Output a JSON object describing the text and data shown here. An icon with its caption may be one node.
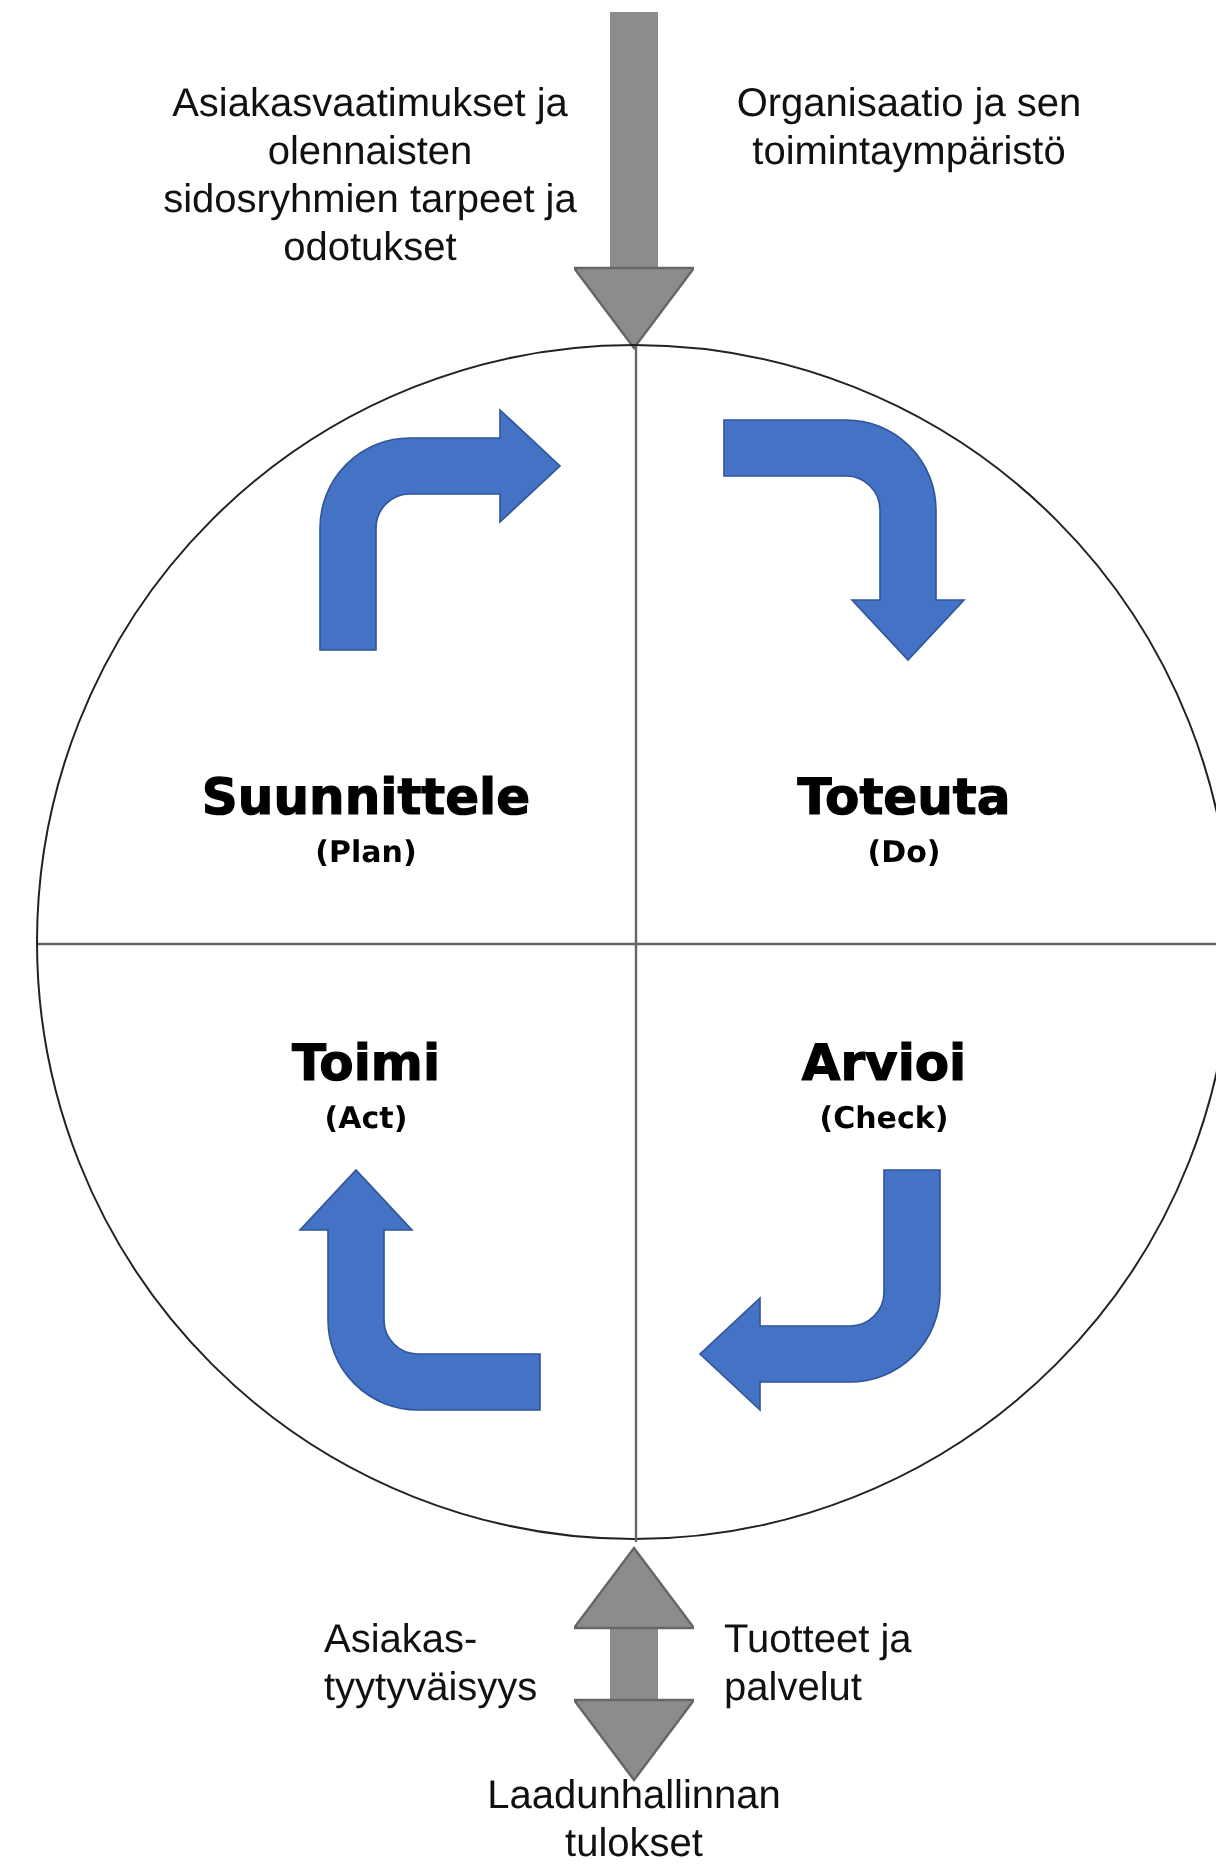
{
  "diagram": {
    "nodes": [
      {
        "text": [],
        "shape": "circle"
      },
      {
        "text": [
          "Suunnittele",
          "(Plan)"
        ],
        "in": 0
      },
      {
        "text": [
          "Toteuta",
          "(Do)"
        ],
        "in": 0
      },
      {
        "text": [
          "Toimi",
          "(Act)"
        ],
        "in": 0
      },
      {
        "text": [
          "Arvioi",
          "(Check)"
        ],
        "in": 0
      },
      {
        "text": [
          "Laadunhallinnan tulokset"
        ]
      }
    ],
    "edges": [
      {
        "from": null,
        "to": 0,
        "arrow": "to"
      },
      {
        "from": 0,
        "to": 5,
        "arrow": "both"
      }
    ],
    "labels": [
      "Asiakasvaatimukset ja olennaisten sidosryhmien tarpeet ja odotukset",
      "Organisaatio ja sen toimintaympäristö",
      "Asiakas- tyytyväisyys",
      "Tuotteet ja palvelut"
    ]
  }
}
